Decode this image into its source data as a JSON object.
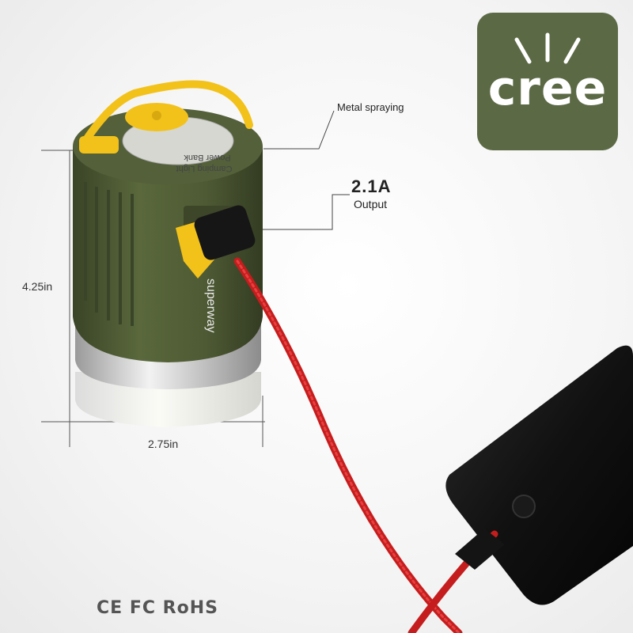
{
  "badge": {
    "text": "cree",
    "color": "#5b6a45"
  },
  "callouts": {
    "metal": "Metal spraying",
    "output_amp": "2.1A",
    "output_word": "Output"
  },
  "dimensions": {
    "height": "4.25in",
    "width": "2.75in"
  },
  "product": {
    "brand_vertical": "superway",
    "top_label_line1": "Power Bank",
    "top_label_line2": "Camping Light",
    "body_color": "#4e5a34",
    "accent_color": "#f2c21a",
    "cable_color": "#d42020"
  },
  "certifications": "CE FC RoHS"
}
